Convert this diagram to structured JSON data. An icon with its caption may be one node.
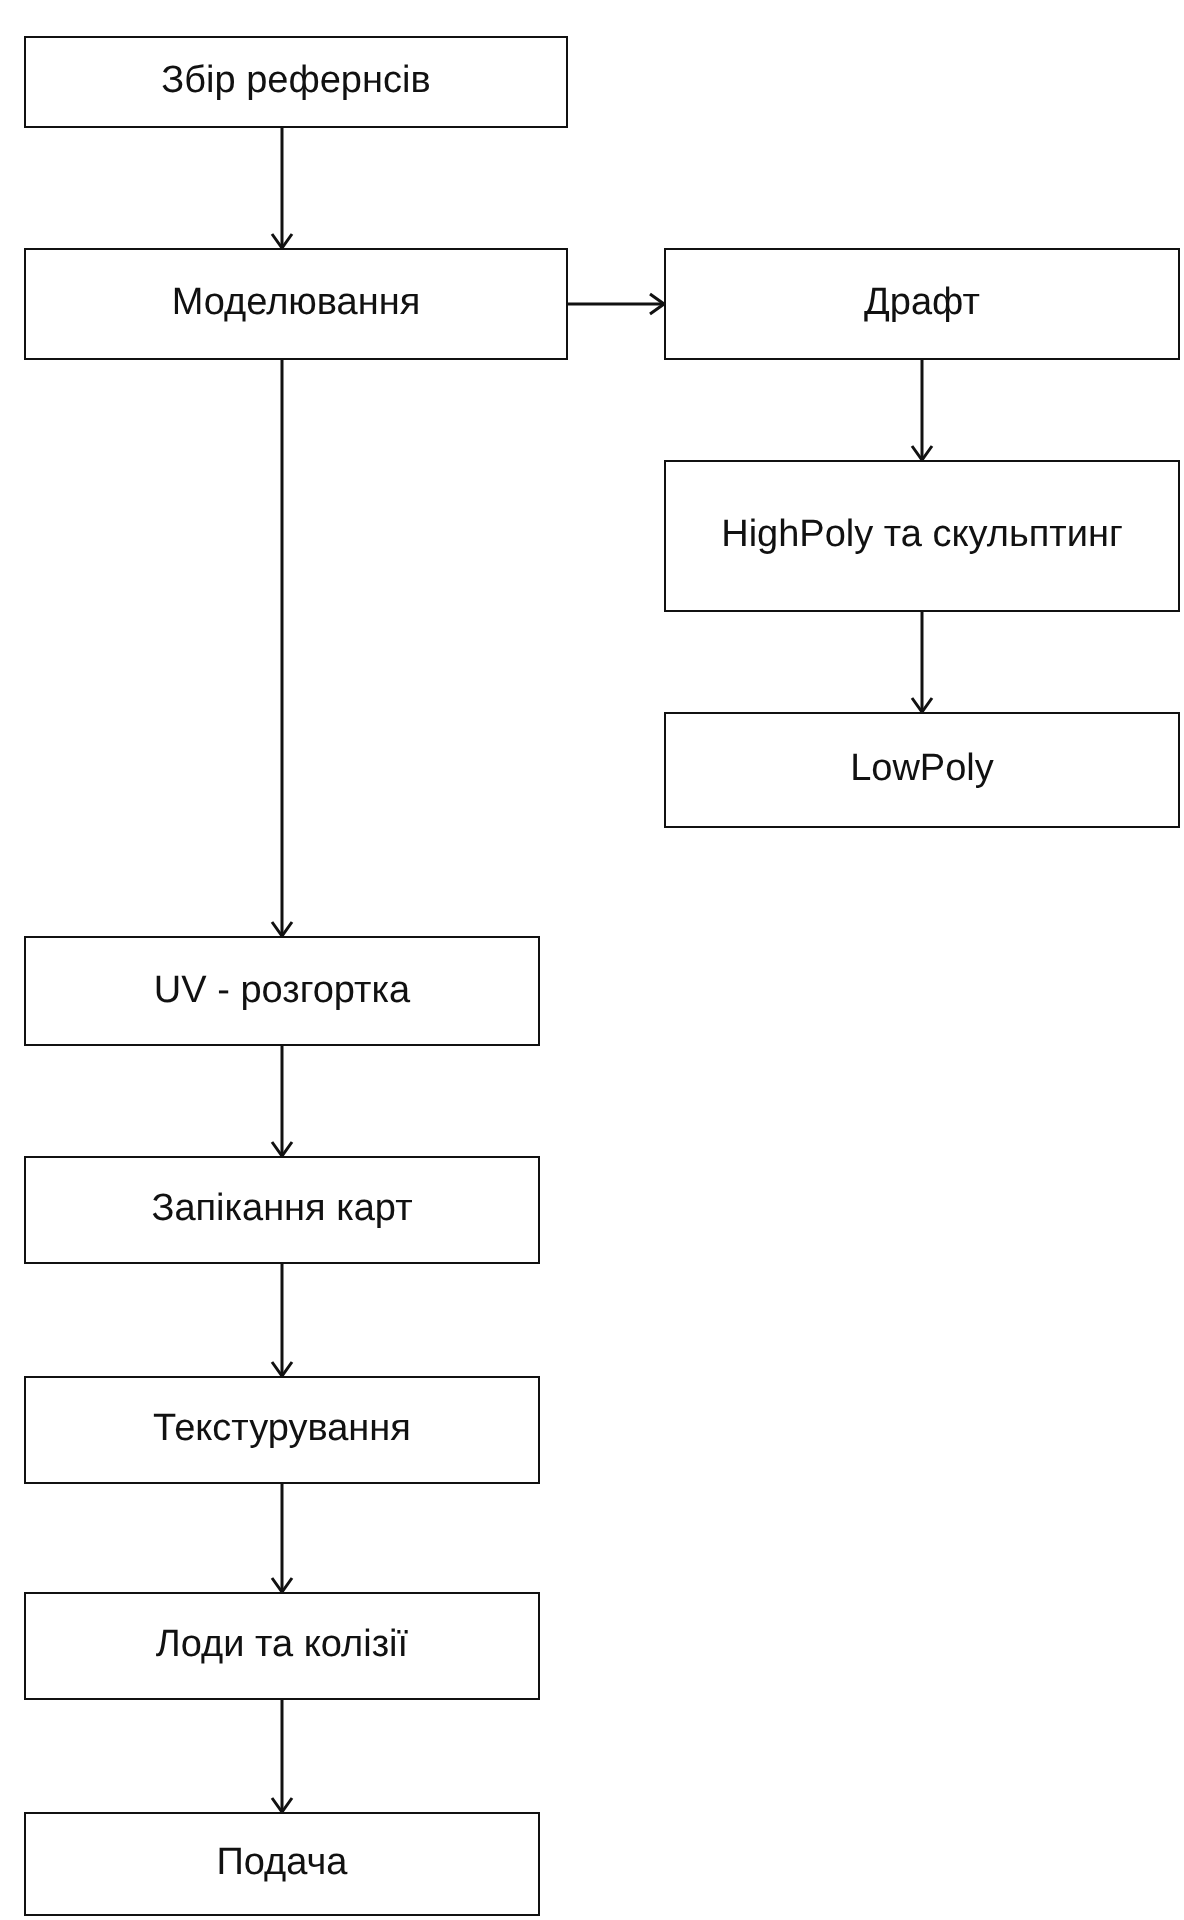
{
  "diagram": {
    "nodes": [
      {
        "text": [
          "Збір рефернсів"
        ]
      },
      {
        "text": [
          "Моделювання"
        ]
      },
      {
        "text": [
          "Драфт"
        ]
      },
      {
        "text": [
          "HighPoly та скульптинг"
        ]
      },
      {
        "text": [
          "LowPoly"
        ]
      },
      {
        "text": [
          "UV - розгортка"
        ]
      },
      {
        "text": [
          "Запікання карт"
        ]
      },
      {
        "text": [
          "Текстурування"
        ]
      },
      {
        "text": [
          "Лоди та колізії"
        ]
      },
      {
        "text": [
          "Подача"
        ]
      }
    ],
    "edges": [
      {
        "from": 0,
        "to": 1,
        "arrow": "to"
      },
      {
        "from": 1,
        "to": 2,
        "arrow": "to"
      },
      {
        "from": 2,
        "to": 3,
        "arrow": "to"
      },
      {
        "from": 3,
        "to": 4,
        "arrow": "to"
      },
      {
        "from": 1,
        "to": 5,
        "arrow": "to"
      },
      {
        "from": 5,
        "to": 6,
        "arrow": "to"
      },
      {
        "from": 6,
        "to": 7,
        "arrow": "to"
      },
      {
        "from": 7,
        "to": 8,
        "arrow": "to"
      },
      {
        "from": 8,
        "to": 9,
        "arrow": "to"
      }
    ]
  }
}
